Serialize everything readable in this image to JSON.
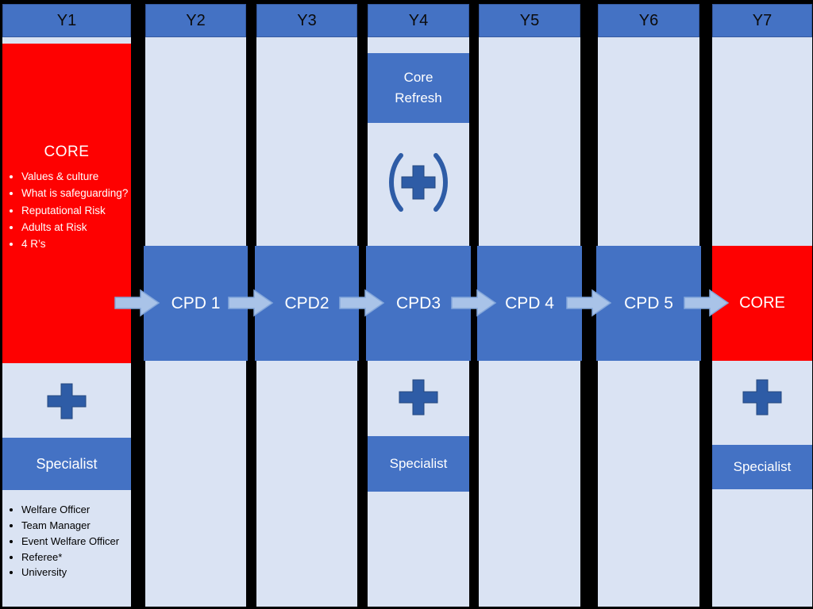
{
  "diagram": {
    "columns": [
      {
        "label": "Y1"
      },
      {
        "label": "Y2"
      },
      {
        "label": "Y3"
      },
      {
        "label": "Y4"
      },
      {
        "label": "Y5"
      },
      {
        "label": "Y6"
      },
      {
        "label": "Y7"
      }
    ],
    "band": {
      "items": [
        "CPD 1",
        "CPD2",
        "CPD3",
        "CPD 4",
        "CPD 5"
      ]
    },
    "y1": {
      "core": {
        "title": "CORE",
        "bullets": [
          "Values & culture",
          "What is safeguarding?",
          "Reputational Risk",
          "Adults at Risk",
          "4 R’s"
        ]
      },
      "specialist_label": "Specialist",
      "specialist_bullets": [
        "Welfare Officer",
        "Team Manager",
        "Event Welfare Officer",
        "Referee*",
        "University"
      ]
    },
    "y4": {
      "core_refresh_label": "Core Refresh",
      "specialist_label": "Specialist"
    },
    "y7": {
      "core_label": "CORE",
      "specialist_label": "Specialist"
    },
    "icons": {
      "plus": "plus-icon",
      "bracket_plus": "bracket-plus-icon",
      "arrow": "arrow-right-icon"
    },
    "colors": {
      "background": "#000000",
      "column_body": "#DAE3F3",
      "header_blue": "#4472C4",
      "band_blue": "#4472C4",
      "core_red": "#FE0101",
      "plus_blue": "#2E5CA6",
      "arrow_fill": "#A9C3E8",
      "arrow_border": "#84A7DB"
    }
  }
}
